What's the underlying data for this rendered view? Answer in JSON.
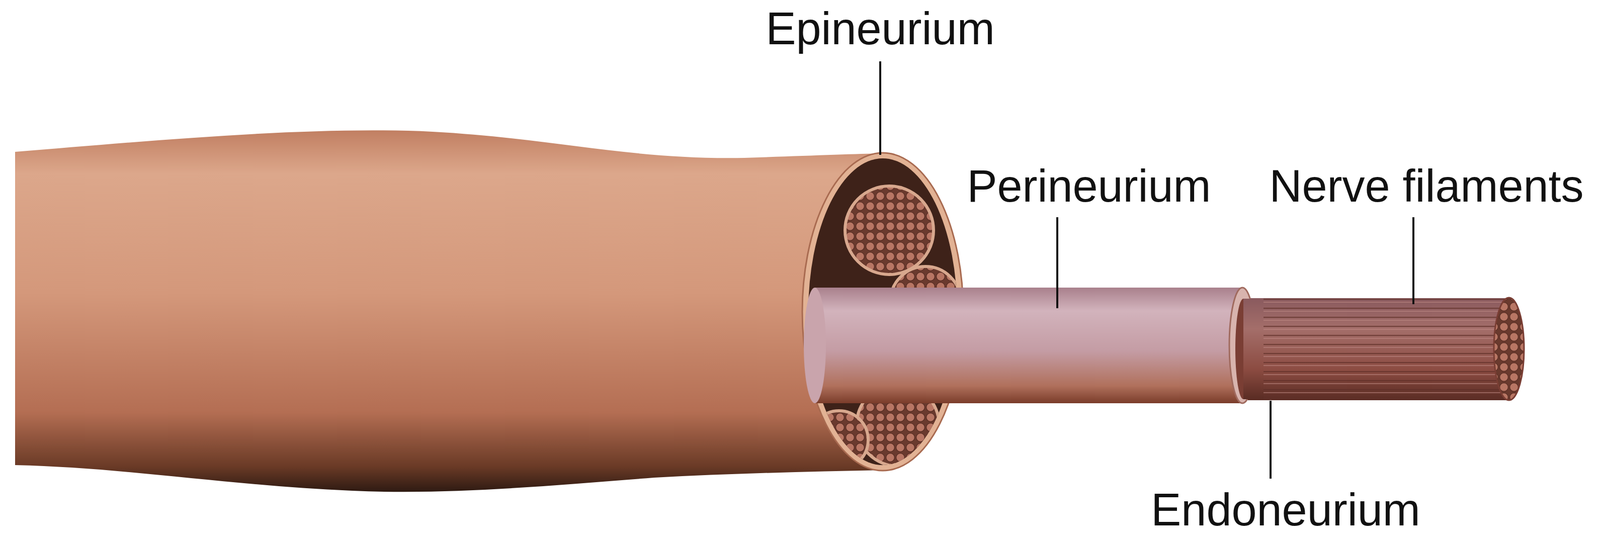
{
  "diagram": {
    "labels": [
      "Epineurium",
      "Perineurium",
      "Nerve filaments",
      "Endoneurium"
    ]
  }
}
